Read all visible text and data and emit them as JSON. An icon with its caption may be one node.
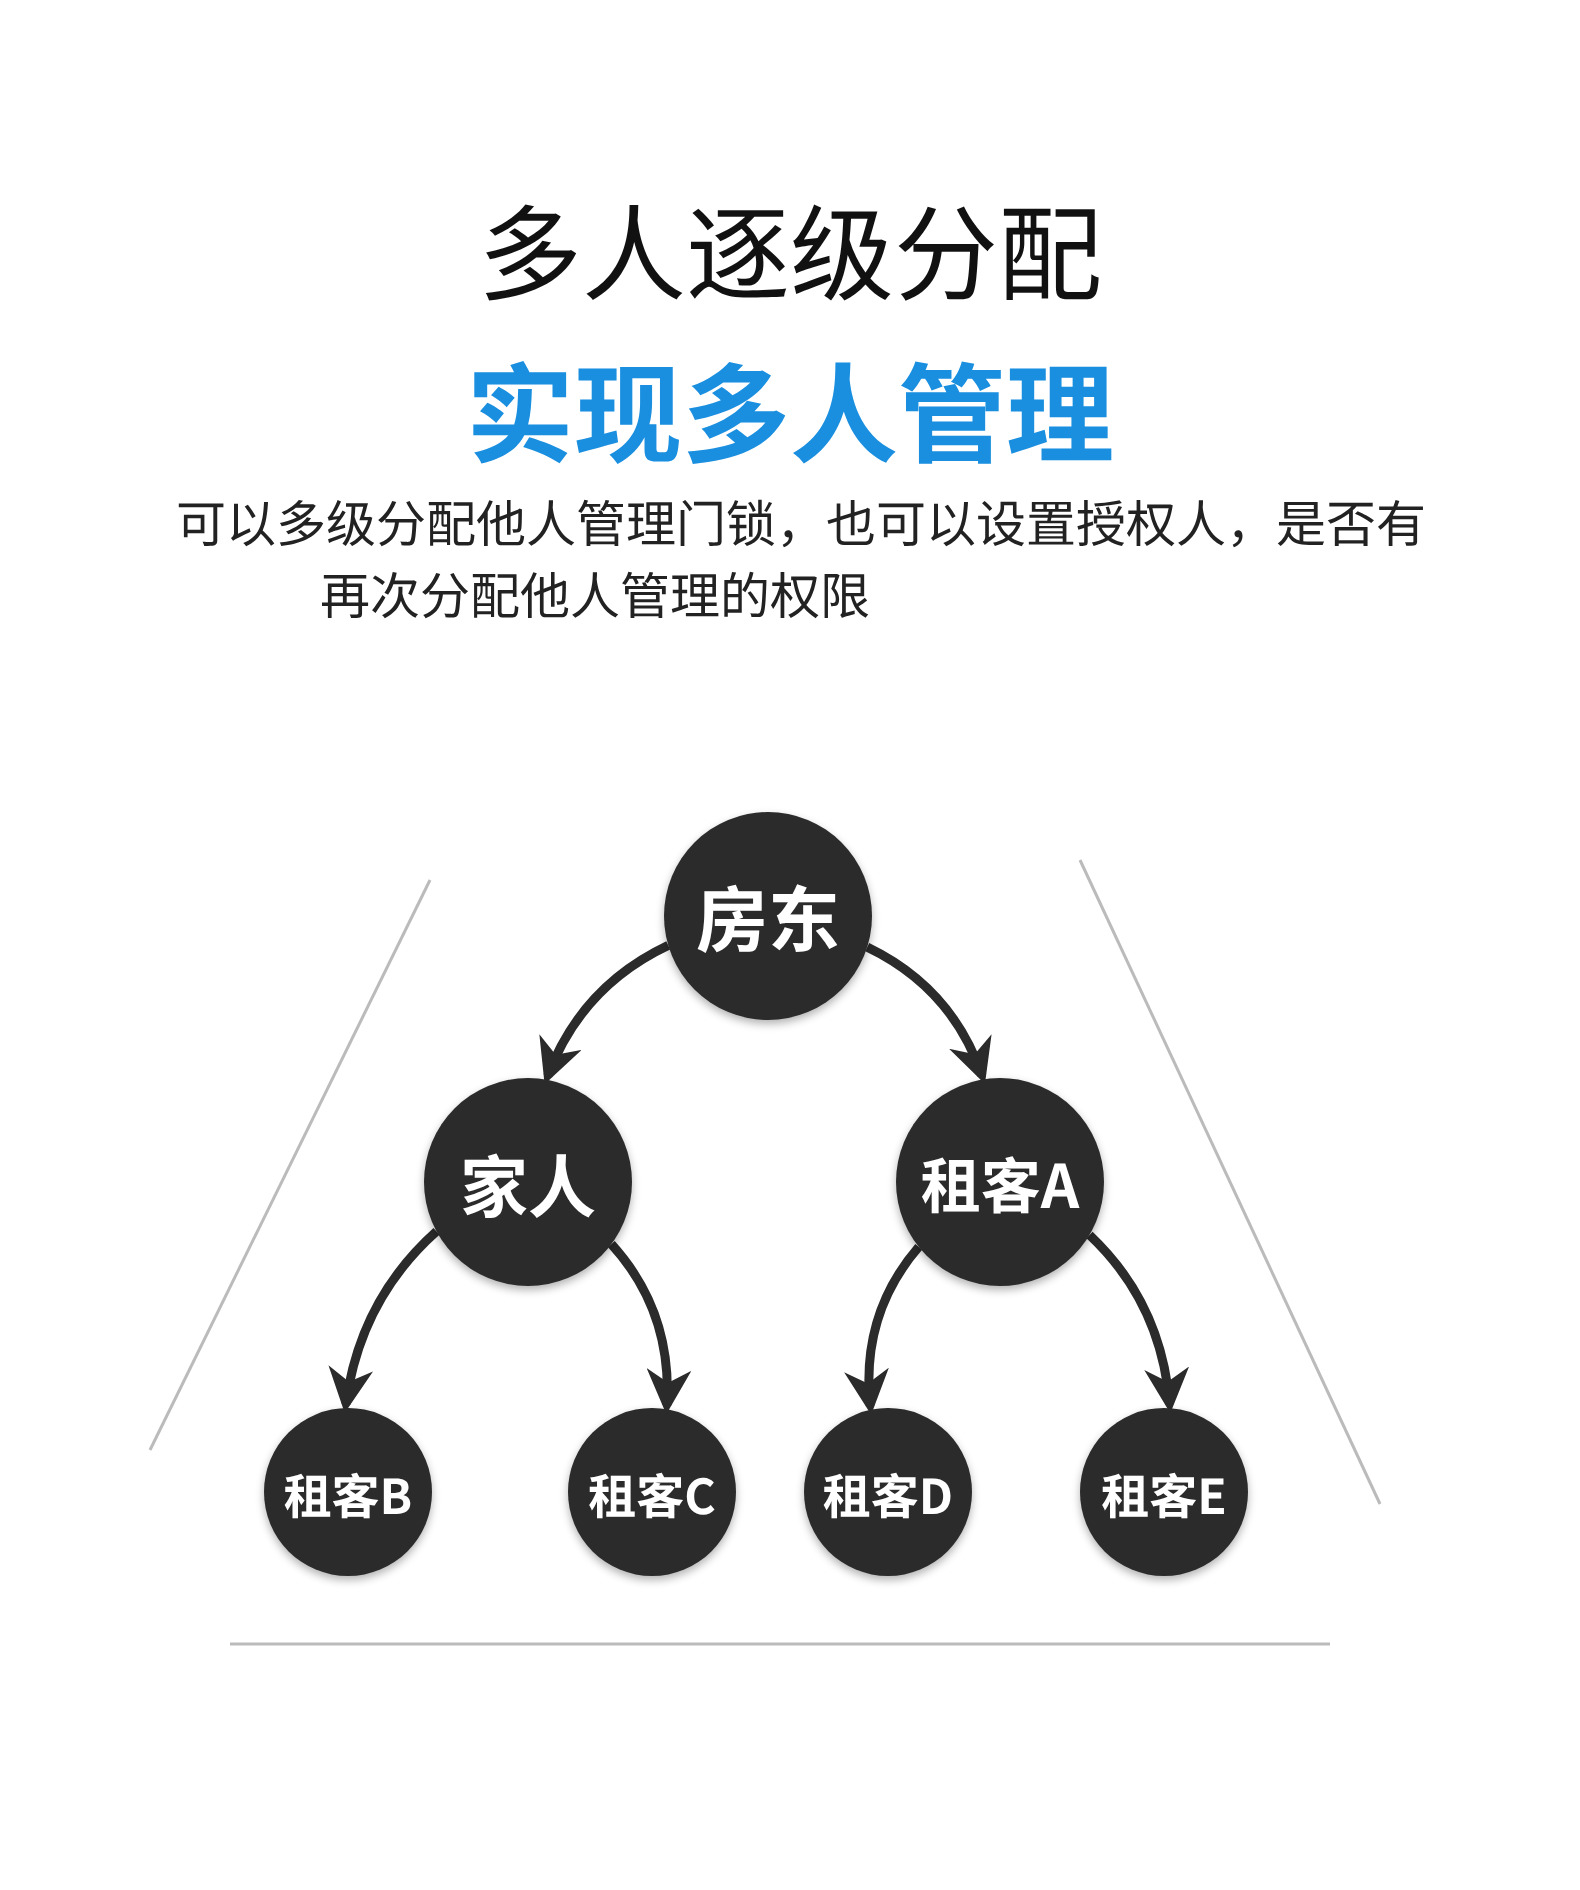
{
  "diagram": {
    "title": "多人逐级分配",
    "nodes": [
      {
        "text": [
          "房东"
        ]
      },
      {
        "text": [
          "家人"
        ]
      },
      {
        "text": [
          "租客A"
        ]
      },
      {
        "text": [
          "租客B"
        ]
      },
      {
        "text": [
          "租客C"
        ]
      },
      {
        "text": [
          "租客D"
        ]
      },
      {
        "text": [
          "租客E"
        ]
      }
    ],
    "edges": [
      {
        "from": 0,
        "to": 1,
        "arrow": "to"
      },
      {
        "from": 0,
        "to": 2,
        "arrow": "to"
      },
      {
        "from": 1,
        "to": 3,
        "arrow": "to"
      },
      {
        "from": 1,
        "to": 4,
        "arrow": "to"
      },
      {
        "from": 2,
        "to": 5,
        "arrow": "to"
      },
      {
        "from": 2,
        "to": 6,
        "arrow": "to"
      }
    ],
    "labels": [
      "实现多人管理",
      "可以多级分配他人管理门锁，也可以设置授权人，是否有再次分配他人管理的权限"
    ]
  }
}
